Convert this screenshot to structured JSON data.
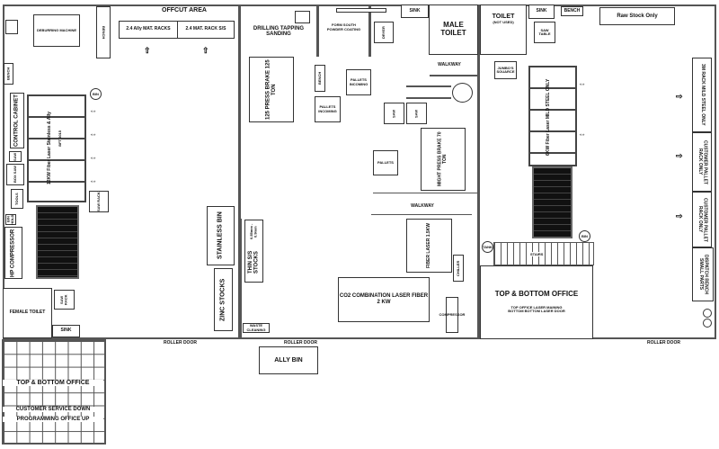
{
  "left": {
    "offcut": "OFFCUT AREA",
    "rack1": "2.4 Ally MAT. RACKS",
    "rack2": "2.4 MAT. RACK S/S",
    "bench_top": "BENCH",
    "bench_side": "BENCH",
    "machine": "DEBURRING MACHINE",
    "control_cabinet": "CONTROL CABINET",
    "laser": "12KW Fiber Laser Stainless & Ally",
    "laser_sub": "BFT 3015",
    "bin": "BIN",
    "small1": "SAW",
    "small2": "BOX SAW",
    "small3": "TOOLS",
    "small4": "BIN HOLD",
    "hp_compressor": "HP COMPRESSOR",
    "box_right": "SAW RACK",
    "female_toilet": "FEMALE TOILET",
    "sink": "SINK",
    "small5": "SAW RACK"
  },
  "middle": {
    "drilling": "DRILLING TAPPING SANDING",
    "powder": "FORM SOUTH POWDER COATING",
    "sink": "SINK",
    "male_toilet": "MALE TOILET",
    "walkway1": "WALKWAY",
    "walkway2": "WALKWAY",
    "press125": "125 PRESS BRAKE 125 TON",
    "pallets1": "PALLETS INCOMING",
    "pallets2": "PALLETS INCOMING",
    "bench": "BENCH",
    "box_a": "SAW",
    "box_b": "SAW",
    "dryer": "DRYER",
    "press70": "MIGHT PRESS BRAKE 70 TON",
    "fiber_laser": "FIBER LASER 1.5KW",
    "co2": "CO2 COMBINATION LASER FIBER 2 KW",
    "stainless_bin": "STAINLESS BIN",
    "zinc": "ZINC STOCKS",
    "thin_ss": "THIN S/S STOCKS",
    "thin_ss_sub": "0.55mm - 0.9mm",
    "waste": "WASTE CLEANING",
    "pallet_box": "PALLETS",
    "chiller": "CHILLER",
    "compressor_box": "COMPRESSOR"
  },
  "right": {
    "toilet": "TOILET",
    "toilet_sub": "(NOT USED)",
    "sink": "SINK",
    "bench": "BENCH",
    "raw_stock": "Raw Stock Only",
    "saw": "SAW TABLE",
    "jumbo": "JUMBO'S SOUARCE",
    "laser": "6KW Fiber Laser MILD STEEL ONLY",
    "rack_mild": "3M RACK MILD STEEL ONLY",
    "rack_c1": "CUSTOMER PALLET RACK ONLY",
    "rack_c2": "CUSTOMER PALLET RACK ONLY",
    "dispatch": "DISPATCH BENCH SMALL PARTS",
    "bin": "BIN",
    "tank": "TANK",
    "grating": "STAIRS",
    "office": "TOP & BOTTOM OFFICE",
    "office_sub1": "TOP OFFICE LASER MAINING",
    "office_sub2": "BOTTOM BOTTOM LASER DOOR"
  },
  "bottom": {
    "roller1": "ROLLER DOOR",
    "roller2": "ROLLER DOOR",
    "roller3": "ROLLER DOOR",
    "ally_bin": "ALLY BIN",
    "annex_title": "TOP & BOTTOM OFFICE",
    "annex_sub1": "CUSTOMER SERVICE DOWN",
    "annex_sub2": "PROGRAMMING OFFICE UP"
  }
}
